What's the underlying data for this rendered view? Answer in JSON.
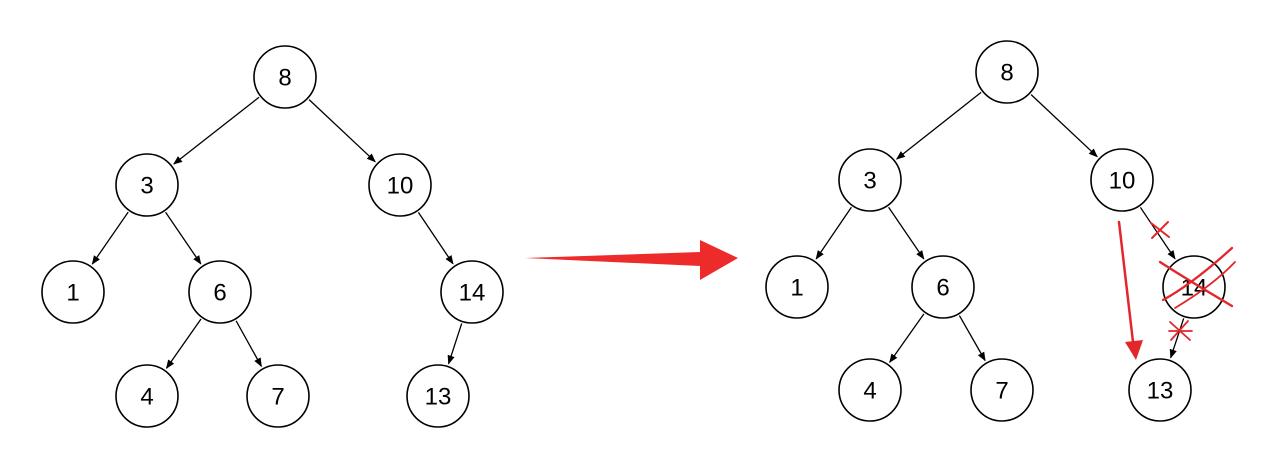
{
  "colors": {
    "node_stroke": "#000000",
    "edge": "#000000",
    "transition_arrow": "#ee2b2b",
    "annotation": "#e3262b"
  },
  "before_tree": {
    "nodes": [
      {
        "id": "n8",
        "label": "8"
      },
      {
        "id": "n3",
        "label": "3"
      },
      {
        "id": "n10",
        "label": "10"
      },
      {
        "id": "n1",
        "label": "1"
      },
      {
        "id": "n6",
        "label": "6"
      },
      {
        "id": "n14",
        "label": "14"
      },
      {
        "id": "n4",
        "label": "4"
      },
      {
        "id": "n7",
        "label": "7"
      },
      {
        "id": "n13",
        "label": "13"
      }
    ],
    "edges": [
      [
        "n8",
        "n3"
      ],
      [
        "n8",
        "n10"
      ],
      [
        "n3",
        "n1"
      ],
      [
        "n3",
        "n6"
      ],
      [
        "n10",
        "n14"
      ],
      [
        "n6",
        "n4"
      ],
      [
        "n6",
        "n7"
      ],
      [
        "n14",
        "n13"
      ]
    ]
  },
  "after_tree": {
    "nodes": [
      {
        "id": "m8",
        "label": "8"
      },
      {
        "id": "m3",
        "label": "3"
      },
      {
        "id": "m10",
        "label": "10"
      },
      {
        "id": "m1",
        "label": "1"
      },
      {
        "id": "m6",
        "label": "6"
      },
      {
        "id": "m14",
        "label": "14",
        "deleted": true
      },
      {
        "id": "m4",
        "label": "4"
      },
      {
        "id": "m7",
        "label": "7"
      },
      {
        "id": "m13",
        "label": "13"
      }
    ],
    "edges": [
      [
        "m8",
        "m3"
      ],
      [
        "m8",
        "m10"
      ],
      [
        "m3",
        "m1"
      ],
      [
        "m3",
        "m6"
      ],
      [
        "m10",
        "m14"
      ],
      [
        "m6",
        "m4"
      ],
      [
        "m6",
        "m7"
      ],
      [
        "m14",
        "m13"
      ]
    ],
    "cut_edges": [
      [
        "m10",
        "m14"
      ],
      [
        "m14",
        "m13"
      ]
    ],
    "new_link": [
      "m10",
      "m13"
    ]
  }
}
